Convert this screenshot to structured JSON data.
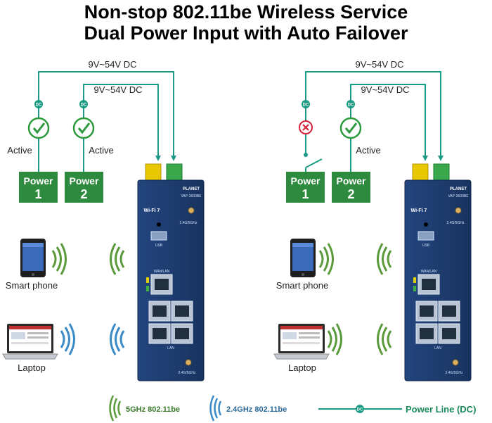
{
  "header": {
    "title_line1": "Non-stop 802.11be Wireless Service",
    "title_line2": "Dual Power Input with Auto Failover"
  },
  "colors": {
    "power_line": "#1a9a84",
    "power_box": "#2e8a3e",
    "device_body": "#1e3a6e",
    "wave_5ghz": "#5a9a3a",
    "wave_24ghz": "#3a8ac8",
    "fail_mark": "#d8203a"
  },
  "scenarios": [
    {
      "voltage_outer": "9V~54V DC",
      "voltage_inner": "9V~54V DC",
      "dc_badge_1": "DC",
      "dc_badge_2": "DC",
      "status_1": "Active",
      "status_1_icon": "check-circle-icon",
      "status_2": "Active",
      "status_2_icon": "check-circle-icon",
      "power1": {
        "word": "Power",
        "num": "1"
      },
      "power2": {
        "word": "Power",
        "num": "2"
      },
      "device": {
        "brand": "PLANET",
        "model": "VAP-3600BE",
        "wifi": "Wi-Fi 7",
        "ant_top": "2.4G/5GHz",
        "usb": "USB",
        "wanlan": "WAN/LAN",
        "lan": "LAN",
        "ant_bottom": "2.4G/5GHz"
      },
      "phone_label": "Smart phone",
      "laptop_label": "Laptop"
    },
    {
      "voltage_outer": "9V~54V DC",
      "voltage_inner": "9V~54V DC",
      "dc_badge_1": "DC",
      "dc_badge_2": "DC",
      "status_1": "",
      "status_1_icon": "x-circle-icon",
      "status_2": "Active",
      "status_2_icon": "check-circle-icon",
      "power1": {
        "word": "Power",
        "num": "1"
      },
      "power2": {
        "word": "Power",
        "num": "2"
      },
      "device": {
        "brand": "PLANET",
        "model": "VAP-3600BE",
        "wifi": "Wi-Fi 7",
        "ant_top": "2.4G/5GHz",
        "usb": "USB",
        "wanlan": "WAN/LAN",
        "lan": "LAN",
        "ant_bottom": "2.4G/5GHz"
      },
      "phone_label": "Smart phone",
      "laptop_label": "Laptop"
    }
  ],
  "legend": {
    "ghz5": "5GHz 802.11be",
    "ghz24": "2.4GHz 802.11be",
    "dc_badge": "DC",
    "power_line": "Power Line (DC)"
  }
}
